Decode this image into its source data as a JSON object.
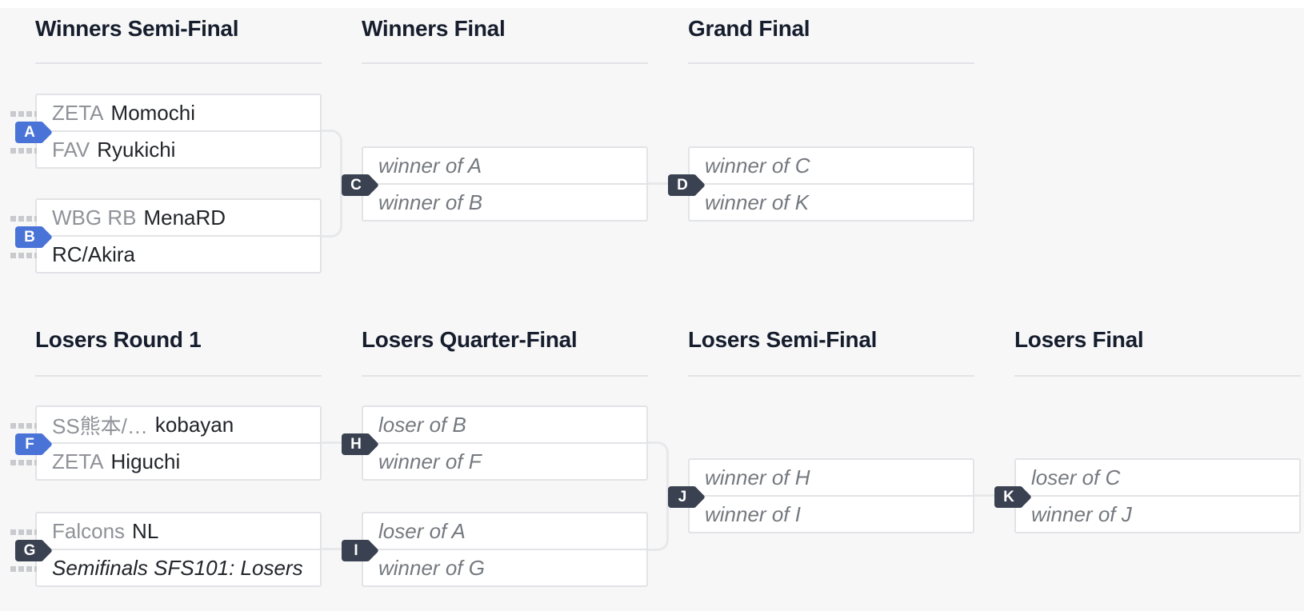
{
  "theme": {
    "background": "#f7f7f8",
    "panel": "#ffffff",
    "border": "#e2e3e6",
    "connector": "#e7e8ea",
    "stub": "#c9cacd",
    "heading_text": "#161e2d",
    "player_text": "#212429",
    "team_text": "#8f9298",
    "placeholder_text": "#74797f",
    "badge_ready": "#4a73d8",
    "badge_pending": "#3a4150",
    "badge_text": "#ffffff"
  },
  "rounds": {
    "winners_semi_final": "Winners Semi-Final",
    "winners_final": "Winners Final",
    "grand_final": "Grand Final",
    "losers_round_1": "Losers Round 1",
    "losers_quarter_final": "Losers Quarter-Final",
    "losers_semi_final": "Losers Semi-Final",
    "losers_final": "Losers Final"
  },
  "matches": {
    "A": {
      "badge": "A",
      "state": "ready",
      "slots": [
        {
          "team": "ZETA",
          "player": "Momochi"
        },
        {
          "team": "FAV",
          "player": "Ryukichi"
        }
      ]
    },
    "B": {
      "badge": "B",
      "state": "ready",
      "slots": [
        {
          "team": "WBG RB",
          "player": "MenaRD"
        },
        {
          "player": "RC/Akira"
        }
      ]
    },
    "C": {
      "badge": "C",
      "state": "pending",
      "slots": [
        {
          "placeholder": "winner of A"
        },
        {
          "placeholder": "winner of B"
        }
      ]
    },
    "D": {
      "badge": "D",
      "state": "pending",
      "slots": [
        {
          "placeholder": "winner of C"
        },
        {
          "placeholder": "winner of K"
        }
      ]
    },
    "F": {
      "badge": "F",
      "state": "ready",
      "slots": [
        {
          "team": "SS熊本/…",
          "player": "kobayan"
        },
        {
          "team": "ZETA",
          "player": "Higuchi"
        }
      ]
    },
    "G": {
      "badge": "G",
      "state": "pending",
      "slots": [
        {
          "team": "Falcons",
          "player": "NL"
        },
        {
          "reference": "Semifinals SFS101: Losers"
        }
      ]
    },
    "H": {
      "badge": "H",
      "state": "pending",
      "slots": [
        {
          "placeholder": "loser of B"
        },
        {
          "placeholder": "winner of F"
        }
      ]
    },
    "I": {
      "badge": "I",
      "state": "pending",
      "slots": [
        {
          "placeholder": "loser of A"
        },
        {
          "placeholder": "winner of G"
        }
      ]
    },
    "J": {
      "badge": "J",
      "state": "pending",
      "slots": [
        {
          "placeholder": "winner of H"
        },
        {
          "placeholder": "winner of I"
        }
      ]
    },
    "K": {
      "badge": "K",
      "state": "pending",
      "slots": [
        {
          "placeholder": "loser of C"
        },
        {
          "placeholder": "winner of J"
        }
      ]
    }
  }
}
